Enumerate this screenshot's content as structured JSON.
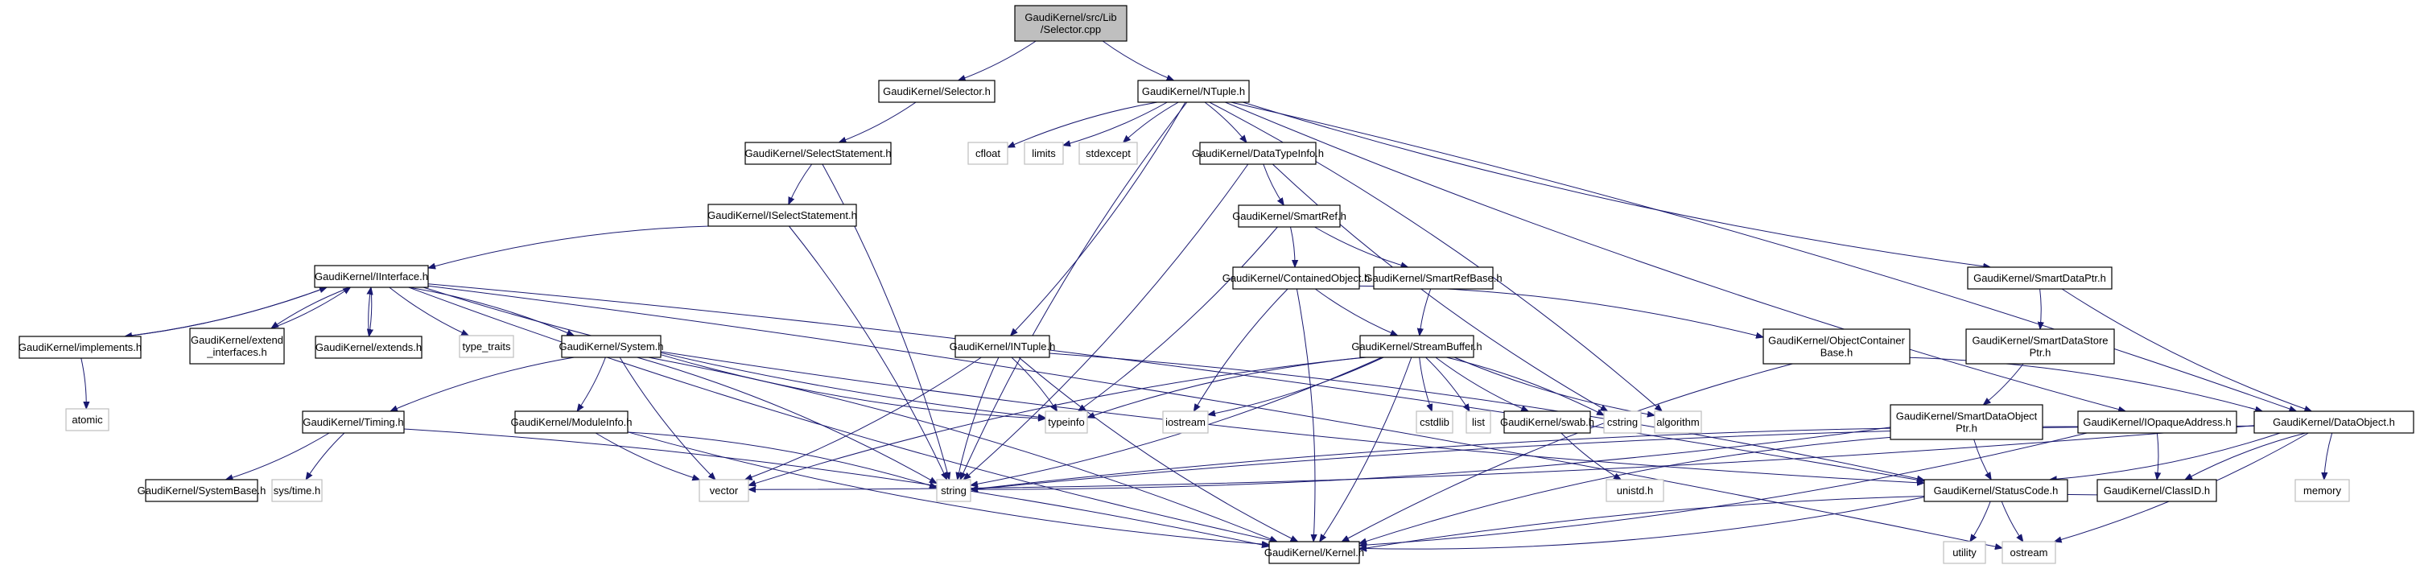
{
  "title": "Include dependency graph for Selector.cpp",
  "colors": {
    "edge": "#191970",
    "root_fill": "#bfbfbf",
    "node_border": "#000000",
    "system_border": "#bfbfbf"
  },
  "nodes": [
    {
      "id": "root",
      "lines": [
        "GaudiKernel/src/Lib",
        "/Selector.cpp"
      ],
      "kind": "root"
    },
    {
      "id": "selector_h",
      "lines": [
        "GaudiKernel/Selector.h"
      ],
      "kind": "header"
    },
    {
      "id": "ntuple_h",
      "lines": [
        "GaudiKernel/NTuple.h"
      ],
      "kind": "header"
    },
    {
      "id": "selectstatement_h",
      "lines": [
        "GaudiKernel/SelectStatement.h"
      ],
      "kind": "header"
    },
    {
      "id": "cfloat",
      "lines": [
        "cfloat"
      ],
      "kind": "system"
    },
    {
      "id": "limits",
      "lines": [
        "limits"
      ],
      "kind": "system"
    },
    {
      "id": "stdexcept",
      "lines": [
        "stdexcept"
      ],
      "kind": "system"
    },
    {
      "id": "datatypeinfo_h",
      "lines": [
        "GaudiKernel/DataTypeInfo.h"
      ],
      "kind": "header"
    },
    {
      "id": "iselectstatement_h",
      "lines": [
        "GaudiKernel/ISelectStatement.h"
      ],
      "kind": "header"
    },
    {
      "id": "smartref_h",
      "lines": [
        "GaudiKernel/SmartRef.h"
      ],
      "kind": "header"
    },
    {
      "id": "iinterface_h",
      "lines": [
        "GaudiKernel/IInterface.h"
      ],
      "kind": "header"
    },
    {
      "id": "containedobject_h",
      "lines": [
        "GaudiKernel/ContainedObject.h"
      ],
      "kind": "header"
    },
    {
      "id": "smartrefbase_h",
      "lines": [
        "GaudiKernel/SmartRefBase.h"
      ],
      "kind": "header"
    },
    {
      "id": "smartdataptr_h",
      "lines": [
        "GaudiKernel/SmartDataPtr.h"
      ],
      "kind": "header"
    },
    {
      "id": "implements_h",
      "lines": [
        "GaudiKernel/implements.h"
      ],
      "kind": "header"
    },
    {
      "id": "extend_interfaces_h",
      "lines": [
        "GaudiKernel/extend",
        "_interfaces.h"
      ],
      "kind": "header"
    },
    {
      "id": "extends_h",
      "lines": [
        "GaudiKernel/extends.h"
      ],
      "kind": "header"
    },
    {
      "id": "type_traits",
      "lines": [
        "type_traits"
      ],
      "kind": "system"
    },
    {
      "id": "system_h",
      "lines": [
        "GaudiKernel/System.h"
      ],
      "kind": "header"
    },
    {
      "id": "intuple_h",
      "lines": [
        "GaudiKernel/INTuple.h"
      ],
      "kind": "header"
    },
    {
      "id": "streambuffer_h",
      "lines": [
        "GaudiKernel/StreamBuffer.h"
      ],
      "kind": "header"
    },
    {
      "id": "objectcontainerbase_h",
      "lines": [
        "GaudiKernel/ObjectContainer",
        "Base.h"
      ],
      "kind": "header"
    },
    {
      "id": "smartdatastoreptr_h",
      "lines": [
        "GaudiKernel/SmartDataStore",
        "Ptr.h"
      ],
      "kind": "header"
    },
    {
      "id": "atomic",
      "lines": [
        "atomic"
      ],
      "kind": "system"
    },
    {
      "id": "typeinfo",
      "lines": [
        "typeinfo"
      ],
      "kind": "system"
    },
    {
      "id": "iostream",
      "lines": [
        "iostream"
      ],
      "kind": "system"
    },
    {
      "id": "cstdlib",
      "lines": [
        "cstdlib"
      ],
      "kind": "system"
    },
    {
      "id": "list",
      "lines": [
        "list"
      ],
      "kind": "system"
    },
    {
      "id": "swab_h",
      "lines": [
        "GaudiKernel/swab.h"
      ],
      "kind": "header"
    },
    {
      "id": "cstring",
      "lines": [
        "cstring"
      ],
      "kind": "system"
    },
    {
      "id": "algorithm",
      "lines": [
        "algorithm"
      ],
      "kind": "system"
    },
    {
      "id": "timing_h",
      "lines": [
        "GaudiKernel/Timing.h"
      ],
      "kind": "header"
    },
    {
      "id": "moduleinfo_h",
      "lines": [
        "GaudiKernel/ModuleInfo.h"
      ],
      "kind": "header"
    },
    {
      "id": "smartdataobjectptr_h",
      "lines": [
        "GaudiKernel/SmartDataObject",
        "Ptr.h"
      ],
      "kind": "header"
    },
    {
      "id": "iopaqueaddress_h",
      "lines": [
        "GaudiKernel/IOpaqueAddress.h"
      ],
      "kind": "header"
    },
    {
      "id": "dataobject_h",
      "lines": [
        "GaudiKernel/DataObject.h"
      ],
      "kind": "header"
    },
    {
      "id": "systembase_h",
      "lines": [
        "GaudiKernel/SystemBase.h"
      ],
      "kind": "header"
    },
    {
      "id": "systime_h",
      "lines": [
        "sys/time.h"
      ],
      "kind": "system"
    },
    {
      "id": "vector",
      "lines": [
        "vector"
      ],
      "kind": "system"
    },
    {
      "id": "string",
      "lines": [
        "string"
      ],
      "kind": "system"
    },
    {
      "id": "unistd_h",
      "lines": [
        "unistd.h"
      ],
      "kind": "system"
    },
    {
      "id": "statuscode_h",
      "lines": [
        "GaudiKernel/StatusCode.h"
      ],
      "kind": "header"
    },
    {
      "id": "classid_h",
      "lines": [
        "GaudiKernel/ClassID.h"
      ],
      "kind": "header"
    },
    {
      "id": "memory",
      "lines": [
        "memory"
      ],
      "kind": "system"
    },
    {
      "id": "kernel_h",
      "lines": [
        "GaudiKernel/Kernel.h"
      ],
      "kind": "header"
    },
    {
      "id": "utility",
      "lines": [
        "utility"
      ],
      "kind": "system"
    },
    {
      "id": "ostream",
      "lines": [
        "ostream"
      ],
      "kind": "system"
    }
  ],
  "edges": [
    [
      "root",
      "selector_h"
    ],
    [
      "root",
      "ntuple_h"
    ],
    [
      "selector_h",
      "selectstatement_h"
    ],
    [
      "selectstatement_h",
      "iselectstatement_h"
    ],
    [
      "selectstatement_h",
      "string"
    ],
    [
      "iselectstatement_h",
      "iinterface_h"
    ],
    [
      "iselectstatement_h",
      "string"
    ],
    [
      "ntuple_h",
      "cfloat"
    ],
    [
      "ntuple_h",
      "limits"
    ],
    [
      "ntuple_h",
      "stdexcept"
    ],
    [
      "ntuple_h",
      "datatypeinfo_h"
    ],
    [
      "ntuple_h",
      "string"
    ],
    [
      "ntuple_h",
      "intuple_h"
    ],
    [
      "ntuple_h",
      "smartdataptr_h"
    ],
    [
      "ntuple_h",
      "dataobject_h"
    ],
    [
      "ntuple_h",
      "iopaqueaddress_h"
    ],
    [
      "ntuple_h",
      "algorithm"
    ],
    [
      "datatypeinfo_h",
      "smartref_h"
    ],
    [
      "datatypeinfo_h",
      "string"
    ],
    [
      "datatypeinfo_h",
      "cstring"
    ],
    [
      "smartref_h",
      "containedobject_h"
    ],
    [
      "smartref_h",
      "smartrefbase_h"
    ],
    [
      "smartref_h",
      "typeinfo"
    ],
    [
      "containedobject_h",
      "streambuffer_h"
    ],
    [
      "containedobject_h",
      "objectcontainerbase_h"
    ],
    [
      "containedobject_h",
      "iostream"
    ],
    [
      "containedobject_h",
      "kernel_h"
    ],
    [
      "smartrefbase_h",
      "streambuffer_h"
    ],
    [
      "iinterface_h",
      "implements_h"
    ],
    [
      "iinterface_h",
      "extend_interfaces_h"
    ],
    [
      "iinterface_h",
      "extends_h"
    ],
    [
      "iinterface_h",
      "type_traits"
    ],
    [
      "iinterface_h",
      "system_h"
    ],
    [
      "iinterface_h",
      "typeinfo"
    ],
    [
      "iinterface_h",
      "statuscode_h"
    ],
    [
      "iinterface_h",
      "kernel_h"
    ],
    [
      "iinterface_h",
      "ostream"
    ],
    [
      "implements_h",
      "iinterface_h"
    ],
    [
      "implements_h",
      "atomic"
    ],
    [
      "extend_interfaces_h",
      "iinterface_h"
    ],
    [
      "extends_h",
      "iinterface_h"
    ],
    [
      "system_h",
      "timing_h"
    ],
    [
      "system_h",
      "moduleinfo_h"
    ],
    [
      "system_h",
      "vector"
    ],
    [
      "system_h",
      "string"
    ],
    [
      "system_h",
      "typeinfo"
    ],
    [
      "system_h",
      "kernel_h"
    ],
    [
      "system_h",
      "statuscode_h"
    ],
    [
      "timing_h",
      "systembase_h"
    ],
    [
      "timing_h",
      "systime_h"
    ],
    [
      "timing_h",
      "kernel_h"
    ],
    [
      "moduleinfo_h",
      "vector"
    ],
    [
      "moduleinfo_h",
      "string"
    ],
    [
      "moduleinfo_h",
      "kernel_h"
    ],
    [
      "intuple_h",
      "typeinfo"
    ],
    [
      "intuple_h",
      "string"
    ],
    [
      "intuple_h",
      "vector"
    ],
    [
      "intuple_h",
      "kernel_h"
    ],
    [
      "intuple_h",
      "statuscode_h"
    ],
    [
      "streambuffer_h",
      "typeinfo"
    ],
    [
      "streambuffer_h",
      "iostream"
    ],
    [
      "streambuffer_h",
      "cstdlib"
    ],
    [
      "streambuffer_h",
      "list"
    ],
    [
      "streambuffer_h",
      "swab_h"
    ],
    [
      "streambuffer_h",
      "cstring"
    ],
    [
      "streambuffer_h",
      "algorithm"
    ],
    [
      "streambuffer_h",
      "string"
    ],
    [
      "streambuffer_h",
      "vector"
    ],
    [
      "streambuffer_h",
      "kernel_h"
    ],
    [
      "swab_h",
      "unistd_h"
    ],
    [
      "objectcontainerbase_h",
      "dataobject_h"
    ],
    [
      "objectcontainerbase_h",
      "kernel_h"
    ],
    [
      "smartdataptr_h",
      "smartdatastoreptr_h"
    ],
    [
      "smartdataptr_h",
      "dataobject_h"
    ],
    [
      "smartdatastoreptr_h",
      "smartdataobjectptr_h"
    ],
    [
      "smartdataobjectptr_h",
      "statuscode_h"
    ],
    [
      "smartdataobjectptr_h",
      "string"
    ],
    [
      "smartdataobjectptr_h",
      "kernel_h"
    ],
    [
      "iopaqueaddress_h",
      "classid_h"
    ],
    [
      "iopaqueaddress_h",
      "string"
    ],
    [
      "iopaqueaddress_h",
      "kernel_h"
    ],
    [
      "dataobject_h",
      "classid_h"
    ],
    [
      "dataobject_h",
      "statuscode_h"
    ],
    [
      "dataobject_h",
      "memory"
    ],
    [
      "dataobject_h",
      "ostream"
    ],
    [
      "dataobject_h",
      "string"
    ],
    [
      "dataobject_h",
      "vector"
    ],
    [
      "classid_h",
      "kernel_h"
    ],
    [
      "statuscode_h",
      "utility"
    ],
    [
      "statuscode_h",
      "ostream"
    ],
    [
      "statuscode_h",
      "kernel_h"
    ]
  ]
}
